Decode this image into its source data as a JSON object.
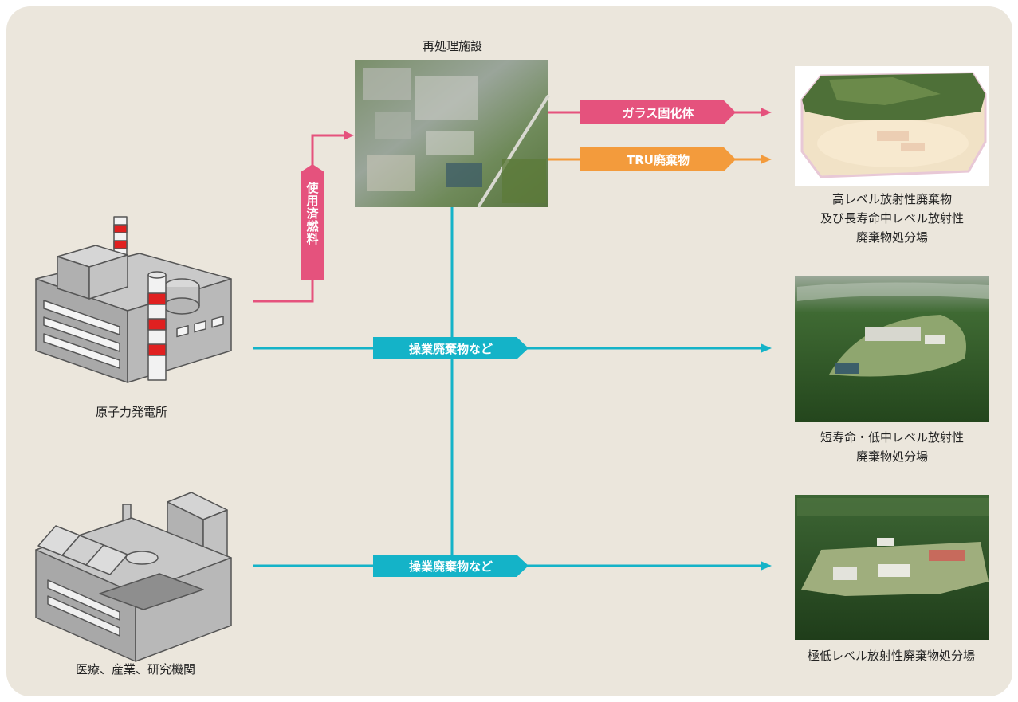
{
  "labels": {
    "reprocessing": "再処理施設",
    "nuclear_plant": "原子力発電所",
    "medical": "医療、産業、研究機関",
    "high_level": "高レベル放射性廃棄物\n及び長寿命中レベル放射性\n廃棄物処分場",
    "short_lived": "短寿命・低中レベル放射性\n廃棄物処分場",
    "very_low": "極低レベル放射性廃棄物処分場"
  },
  "tags": {
    "spent_fuel": "使用済燃料",
    "glass": "ガラス固化体",
    "tru": "TRU廃棄物",
    "operational_1": "操業廃棄物など",
    "operational_2": "操業廃棄物など"
  },
  "colors": {
    "pink": "#e5527d",
    "orange": "#f39b3c",
    "cyan": "#14b3c8",
    "panel": "#ebe6dc"
  }
}
